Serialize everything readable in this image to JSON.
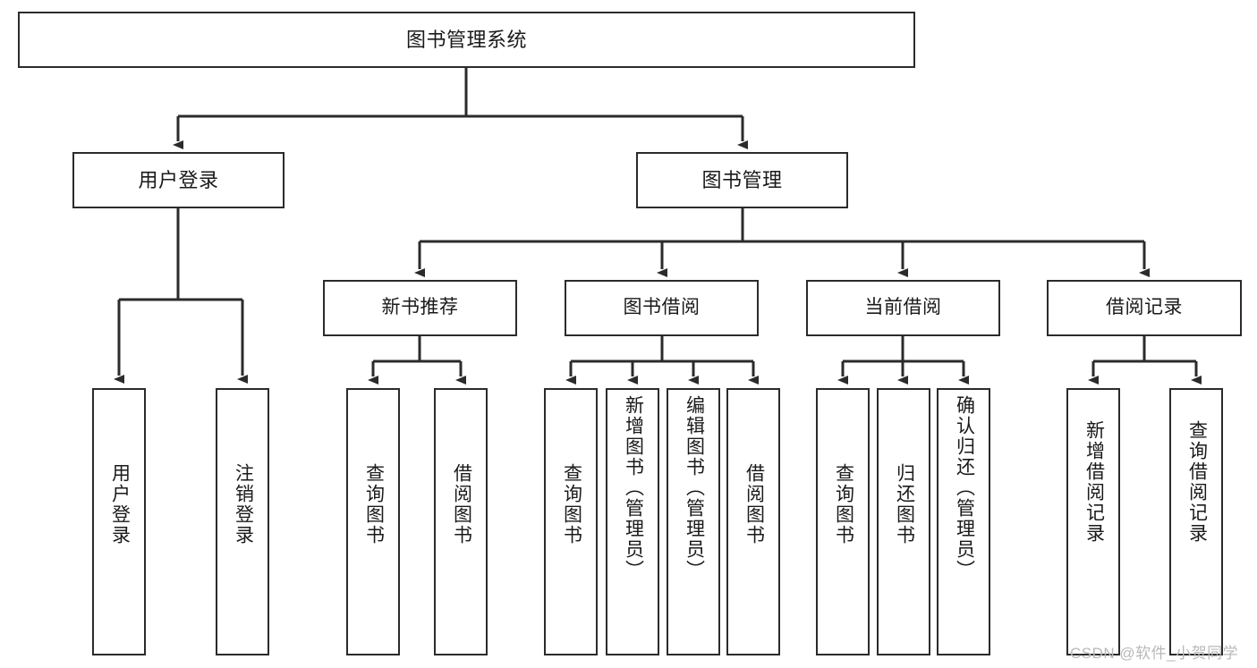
{
  "diagram": {
    "title": "图书管理系统",
    "type": "tree-structure-chart",
    "colors": {
      "node_border": "#2b2b2b",
      "node_fill": "#ffffff",
      "edge": "#2b2b2b",
      "text": "#1a1a1a",
      "watermark": "#b9b9b9",
      "background": "#ffffff"
    },
    "watermark": "CSDN @软件_小贺同学"
  },
  "nodes": {
    "root": {
      "label": "图书管理系统"
    },
    "level1": [
      {
        "id": "user-login",
        "label": "用户登录"
      },
      {
        "id": "book-manage",
        "label": "图书管理"
      }
    ],
    "level2": [
      {
        "id": "new-book-recommend",
        "label": "新书推荐"
      },
      {
        "id": "book-borrow",
        "label": "图书借阅"
      },
      {
        "id": "current-borrow",
        "label": "当前借阅"
      },
      {
        "id": "borrow-record",
        "label": "借阅记录"
      }
    ],
    "leaves": {
      "user_login": [
        {
          "id": "leaf-user-login",
          "label": "用户登录"
        },
        {
          "id": "leaf-user-logout",
          "label": "注销登录"
        }
      ],
      "new_book_recommend": [
        {
          "id": "leaf-query-book-1",
          "label": "查询图书"
        },
        {
          "id": "leaf-borrow-book-1",
          "label": "借阅图书"
        }
      ],
      "book_borrow": [
        {
          "id": "leaf-query-book-2",
          "label": "查询图书"
        },
        {
          "id": "leaf-add-book",
          "label": "新增图书（管理员）"
        },
        {
          "id": "leaf-edit-book",
          "label": "编辑图书（管理员）"
        },
        {
          "id": "leaf-borrow-book-2",
          "label": "借阅图书"
        }
      ],
      "current_borrow": [
        {
          "id": "leaf-query-book-3",
          "label": "查询图书"
        },
        {
          "id": "leaf-return-book",
          "label": "归还图书"
        },
        {
          "id": "leaf-confirm-return",
          "label": "确认归还（管理员）"
        }
      ],
      "borrow_record": [
        {
          "id": "leaf-add-record",
          "label": "新增借阅记录"
        },
        {
          "id": "leaf-query-record",
          "label": "查询借阅记录"
        }
      ]
    }
  }
}
